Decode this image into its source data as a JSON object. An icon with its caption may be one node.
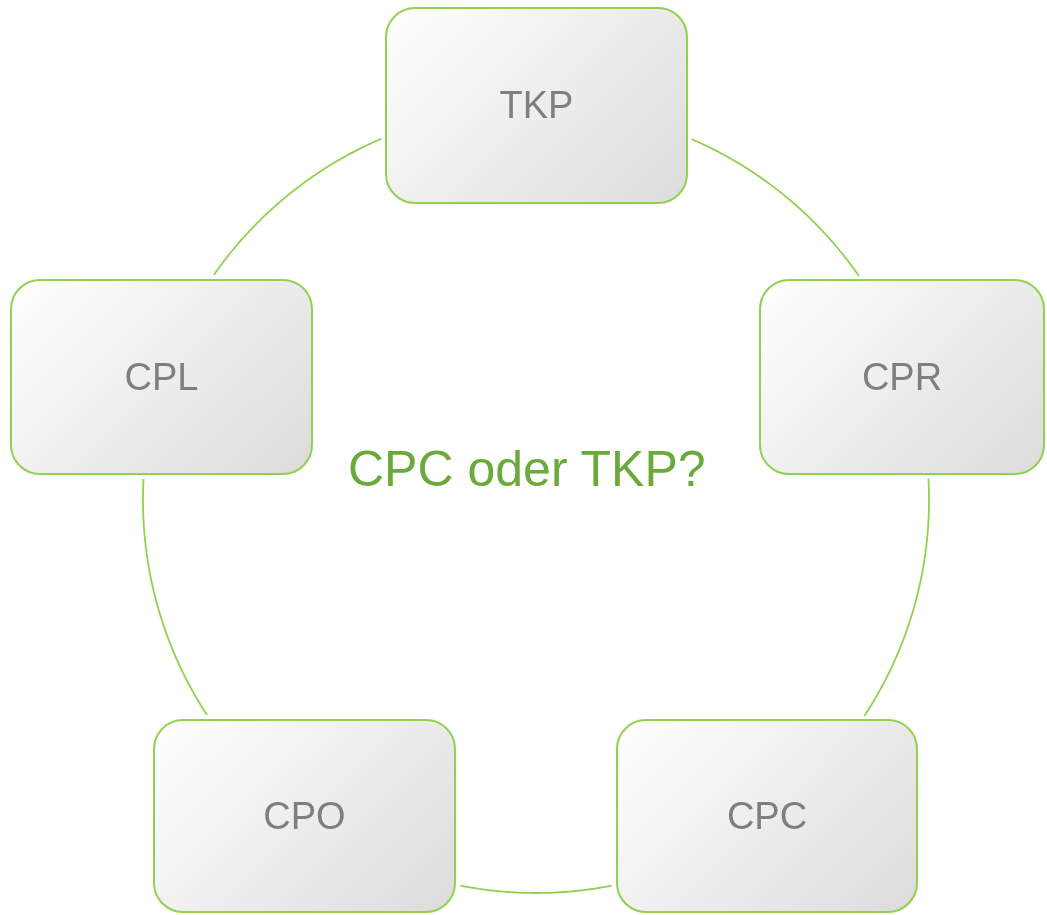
{
  "diagram": {
    "nodes": [
      {
        "text": [
          "TKP"
        ]
      },
      {
        "text": [
          "CPR"
        ]
      },
      {
        "text": [
          "CPC"
        ]
      },
      {
        "text": [
          "CPO"
        ]
      },
      {
        "text": [
          "CPL"
        ]
      }
    ],
    "edges": [
      {
        "from": 0,
        "to": 1,
        "arrow": "none"
      },
      {
        "from": 1,
        "to": 2,
        "arrow": "none"
      },
      {
        "from": 2,
        "to": 3,
        "arrow": "none"
      },
      {
        "from": 3,
        "to": 4,
        "arrow": "none"
      },
      {
        "from": 4,
        "to": 0,
        "arrow": "none"
      }
    ],
    "labels": [
      "CPC oder TKP?"
    ]
  }
}
